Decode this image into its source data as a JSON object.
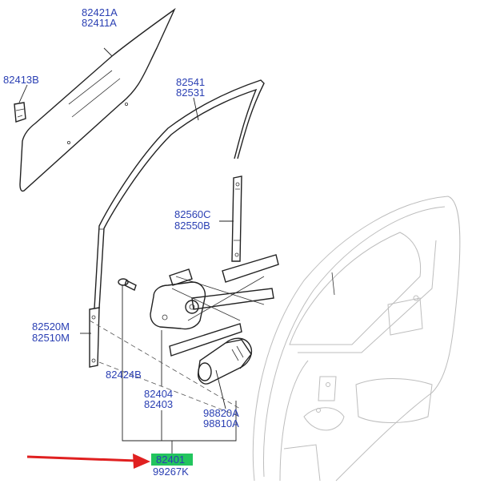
{
  "colors": {
    "label": "#2a3fb3",
    "highlight": "#22c55e",
    "arrow": "#e02020"
  },
  "labels": {
    "glass": [
      "82421A",
      "82411A"
    ],
    "glass_clip": "82413B",
    "run_channel": [
      "82541",
      "82531"
    ],
    "rear_channel": [
      "82560C",
      "82550B"
    ],
    "front_channel": [
      "82520M",
      "82510M"
    ],
    "bolt": "82424B",
    "regulator": [
      "82404",
      "82403"
    ],
    "motor": [
      "98820A",
      "98810A"
    ],
    "assembly": [
      "82401",
      "99267K"
    ]
  },
  "highlighted_part": "82401"
}
